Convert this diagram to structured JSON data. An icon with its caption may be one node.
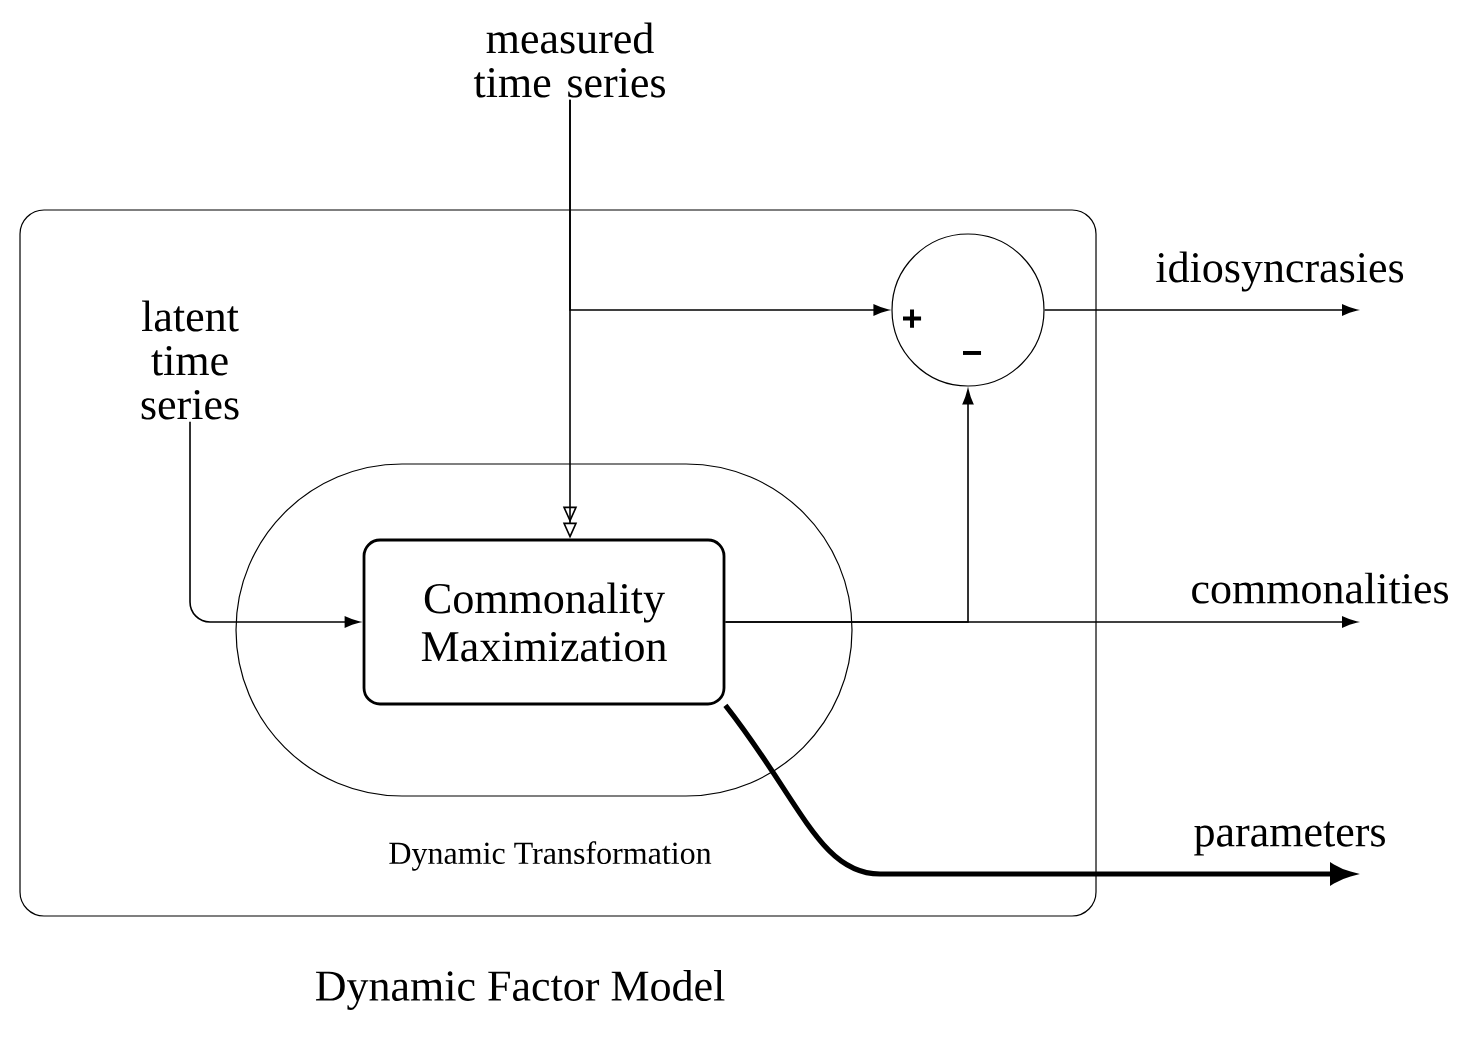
{
  "diagram": {
    "nodes": [
      {
        "text": [
          "Dynamic Factor Model"
        ]
      },
      {
        "text": [
          "Dynamic Transformation"
        ],
        "in": 0
      },
      {
        "text": [
          "Commonality Maximization"
        ],
        "in": 1
      },
      {
        "text": [
          "measured time series"
        ]
      },
      {
        "text": [
          "latent time series"
        ],
        "in": 0
      },
      {
        "text": [
          "+",
          "−"
        ],
        "in": 0
      },
      {
        "text": [
          "idiosyncrasies"
        ]
      },
      {
        "text": [
          "commonalities"
        ]
      },
      {
        "text": [
          "parameters"
        ]
      }
    ],
    "edges": [
      {
        "from": 3,
        "to": 2,
        "arrow": "to"
      },
      {
        "from": 3,
        "to": 5,
        "arrow": "to"
      },
      {
        "from": 4,
        "to": 2,
        "arrow": "to"
      },
      {
        "from": 5,
        "to": 6,
        "arrow": "to"
      },
      {
        "from": 2,
        "to": 7,
        "arrow": "to"
      },
      {
        "from": 2,
        "to": 5,
        "arrow": "to"
      },
      {
        "from": 2,
        "to": 8,
        "arrow": "to",
        "style": "thick"
      }
    ]
  }
}
